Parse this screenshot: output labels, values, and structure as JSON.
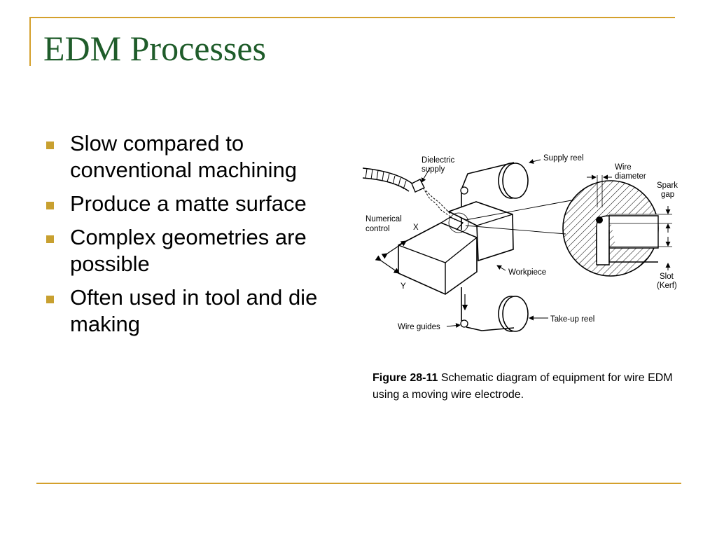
{
  "slide": {
    "title": "EDM Processes",
    "bullets": [
      "Slow compared to conventional machining",
      "Produce a matte surface",
      "Complex geometries are possible",
      "Often used in tool and die making"
    ],
    "figure": {
      "labels": {
        "dielectric_1": "Dielectric",
        "dielectric_2": "supply",
        "supply_reel": "Supply reel",
        "wire_1": "Wire",
        "wire_2": "diameter",
        "spark_1": "Spark",
        "spark_2": "gap",
        "numerical_1": "Numerical",
        "numerical_2": "control",
        "x_axis": "X",
        "y_axis": "Y",
        "workpiece": "Workpiece",
        "slot_1": "Slot",
        "slot_2": "(Kerf)",
        "wire_guides": "Wire guides",
        "takeup_reel": "Take-up reel"
      },
      "caption_number": "Figure 28-11",
      "caption_text": "Schematic diagram of equipment for wire EDM using a moving wire electrode."
    }
  }
}
